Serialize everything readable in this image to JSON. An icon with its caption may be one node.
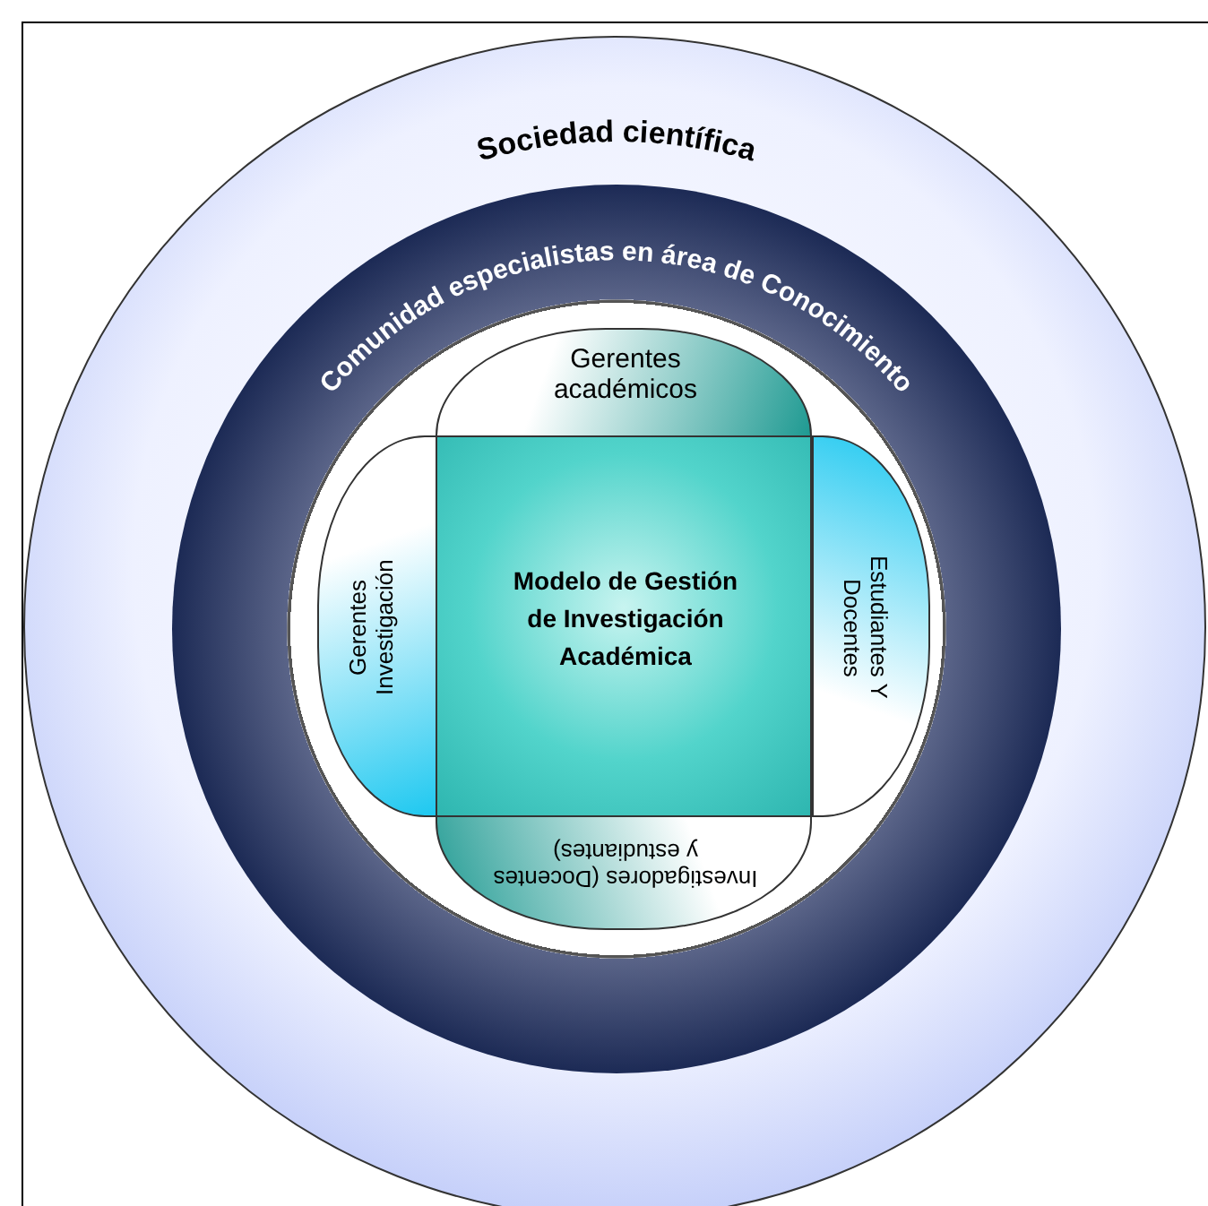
{
  "diagram": {
    "nodes": [
      {
        "text": [
          "Sociedad científica"
        ]
      },
      {
        "text": [
          "Comunidad especialistas en área de Conocimiento"
        ],
        "in": 0
      },
      {
        "text": [
          "Gerentes académicos"
        ],
        "in": 1
      },
      {
        "text": [
          "Gerentes Investigación"
        ],
        "in": 1
      },
      {
        "text": [
          "Modelo de Gestión de Investigación Académica"
        ],
        "in": 1
      },
      {
        "text": [
          "Estudiantes Y Docentes"
        ],
        "in": 1
      },
      {
        "text": [
          "Investigadores (Docentes y estudiantes)"
        ],
        "in": 1
      }
    ],
    "edges": []
  }
}
